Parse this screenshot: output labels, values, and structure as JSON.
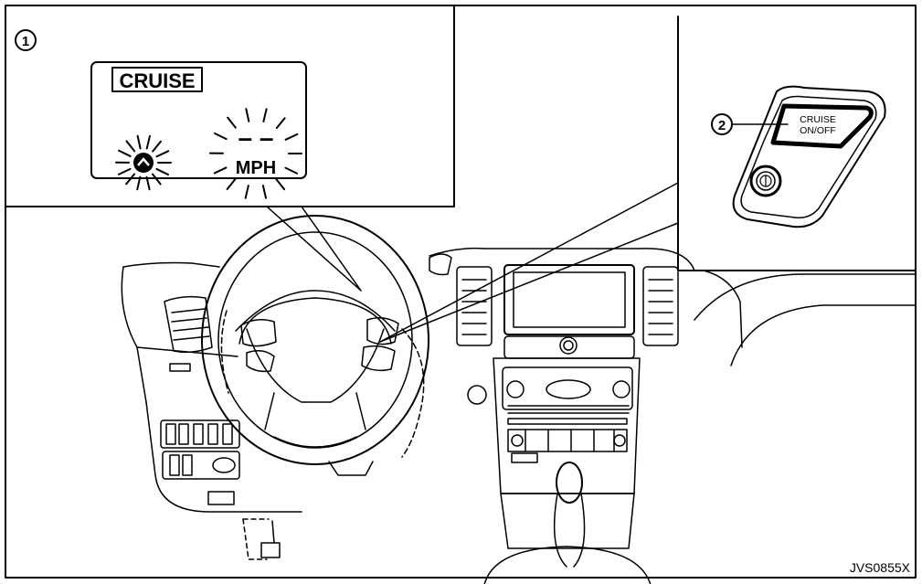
{
  "callouts": [
    {
      "number": "1",
      "symbol": "①"
    },
    {
      "number": "2",
      "symbol": "②"
    }
  ],
  "display": {
    "cruise_label": "CRUISE",
    "speed_dashes": "– –",
    "speed_unit": "MPH"
  },
  "switch": {
    "button_line1": "CRUISE",
    "button_line2": "ON/OFF"
  },
  "figure_id": "JVS0855X"
}
